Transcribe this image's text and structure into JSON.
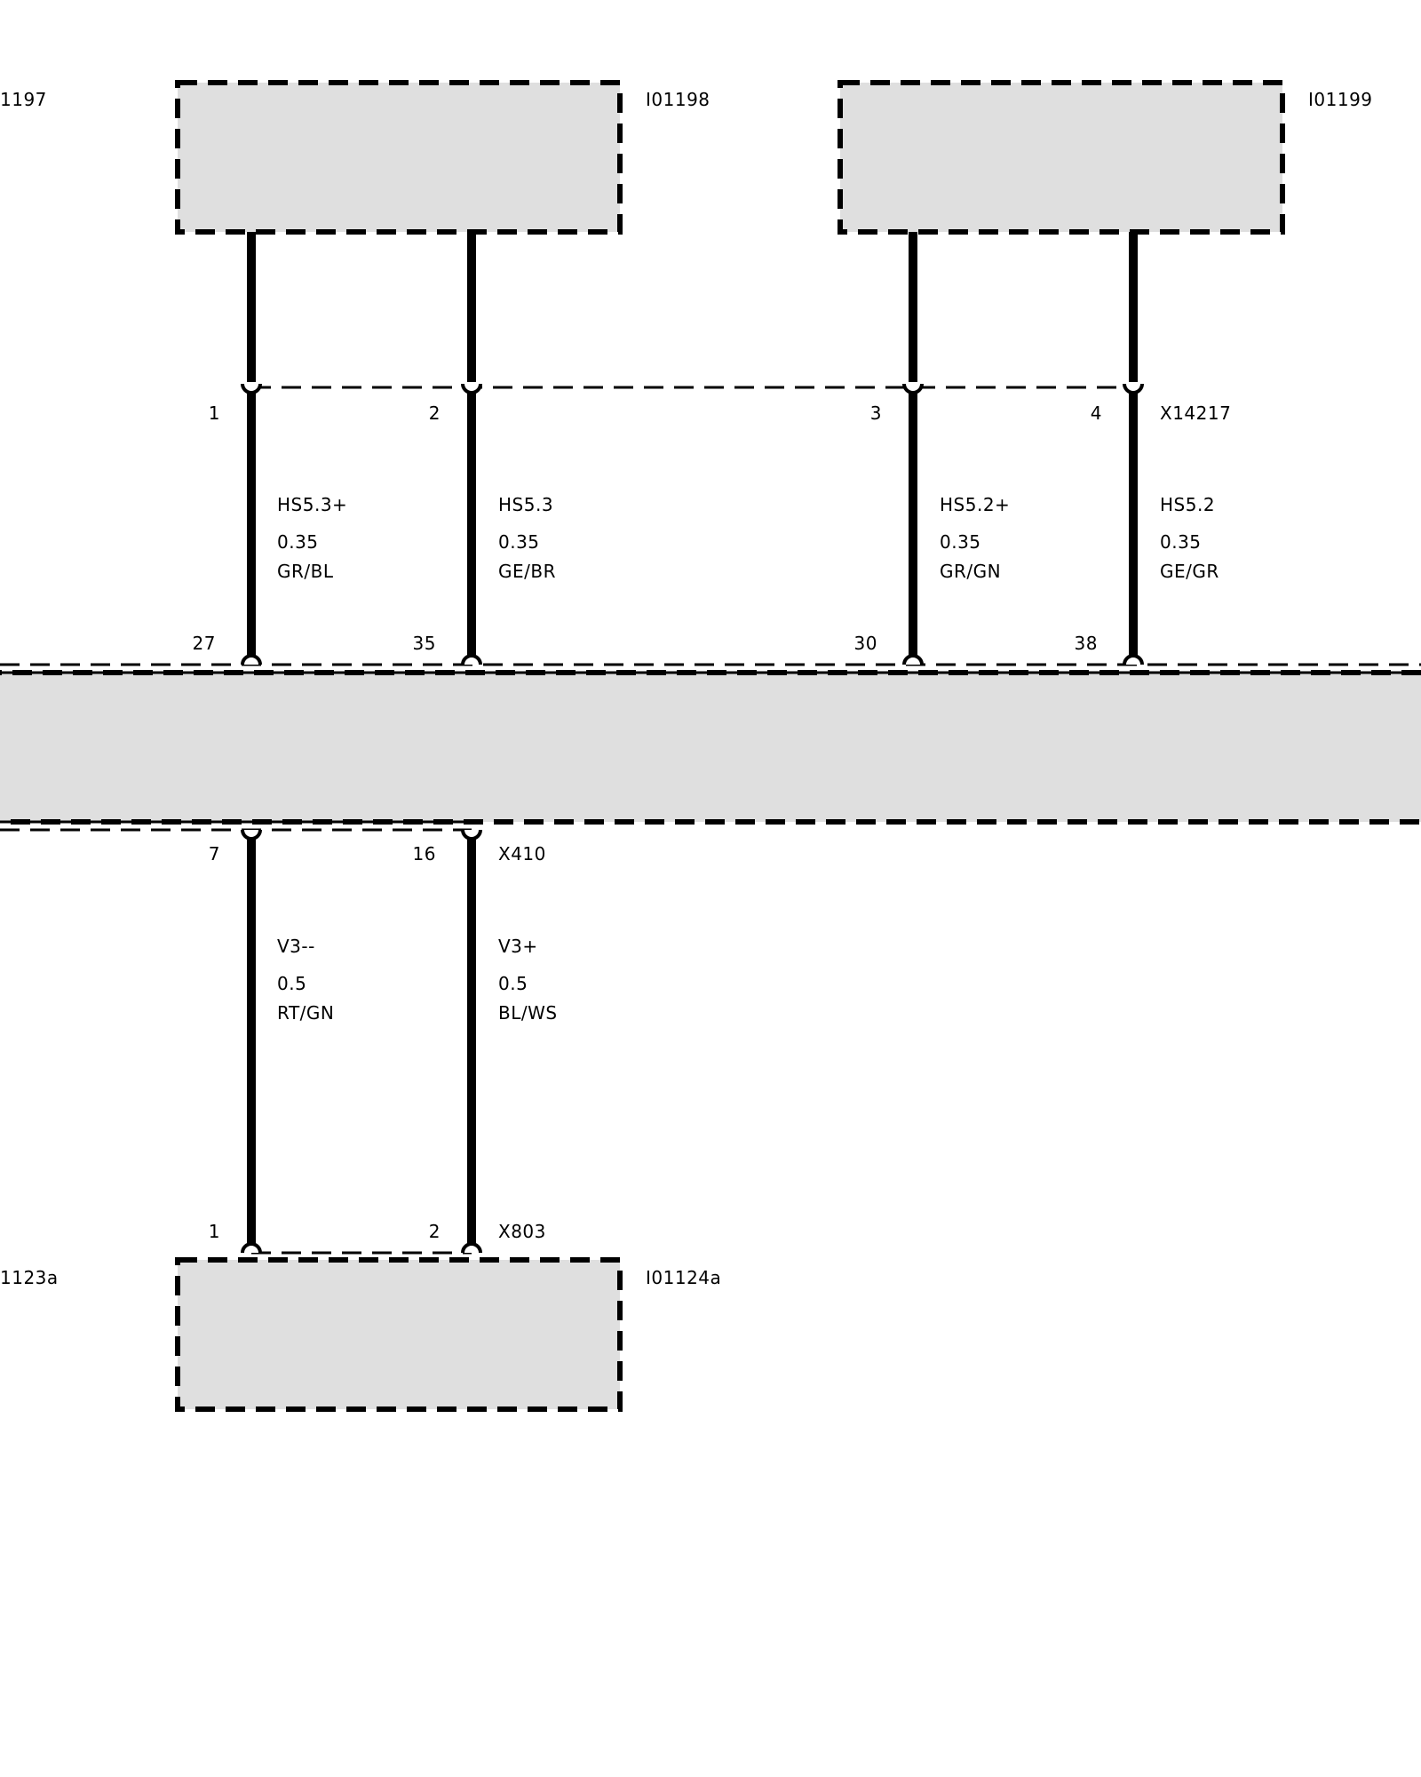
{
  "colors": {
    "box_fill": "#dfdfdf",
    "line": "#000000",
    "background": "#ffffff"
  },
  "components": {
    "left_top": {
      "label": "1197"
    },
    "top_left": {
      "label": "I01198"
    },
    "top_right": {
      "label": "I01199"
    },
    "left_bottom": {
      "label": "1123a"
    },
    "bottom": {
      "label": "I01124a"
    }
  },
  "connectors": {
    "x14217": {
      "label": "X14217"
    },
    "x410": {
      "label": "X410"
    },
    "x803": {
      "label": "X803"
    }
  },
  "upper_wires": [
    {
      "pin_top": "1",
      "pin_bottom": "27",
      "signal": "HS5.3+",
      "size": "0.35",
      "color": "GR/BL"
    },
    {
      "pin_top": "2",
      "pin_bottom": "35",
      "signal": "HS5.3",
      "size": "0.35",
      "color": "GE/BR"
    },
    {
      "pin_top": "3",
      "pin_bottom": "30",
      "signal": "HS5.2+",
      "size": "0.35",
      "color": "GR/GN"
    },
    {
      "pin_top": "4",
      "pin_bottom": "38",
      "signal": "HS5.2",
      "size": "0.35",
      "color": "GE/GR"
    }
  ],
  "lower_wires": [
    {
      "pin_top": "7",
      "pin_bottom": "1",
      "signal": "V3--",
      "size": "0.5",
      "color": "RT/GN"
    },
    {
      "pin_top": "16",
      "pin_bottom": "2",
      "signal": "V3+",
      "size": "0.5",
      "color": "BL/WS"
    }
  ]
}
